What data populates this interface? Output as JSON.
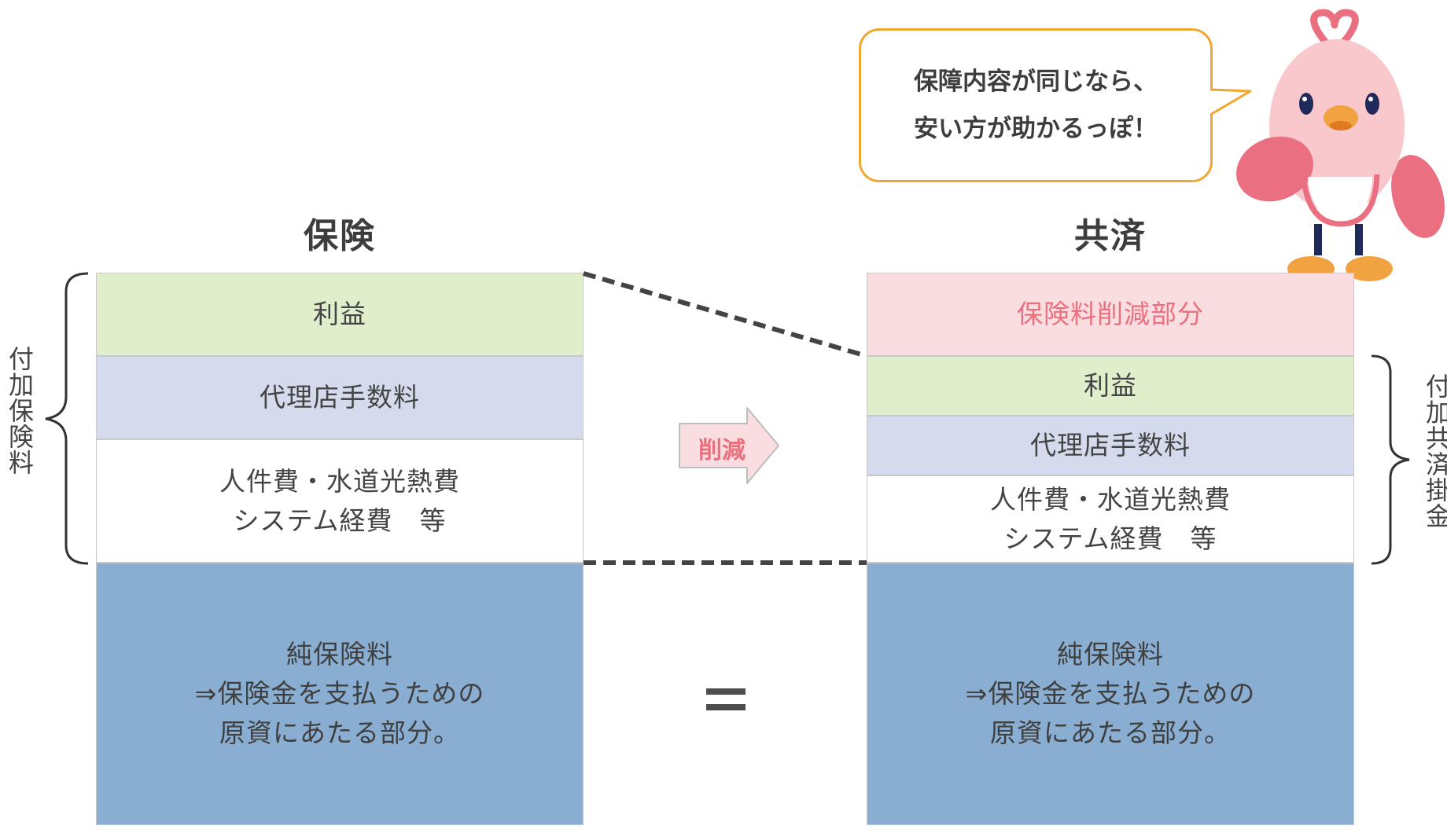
{
  "bubble": {
    "text": "保障内容が同じなら、\n安い方が助かるっぽ！"
  },
  "left": {
    "title": "保険",
    "blocks": {
      "profit": "利益",
      "commission": "代理店手数料",
      "expenses": "人件費・水道光熱費\nシステム経費　等",
      "pure": "純保険料\n⇒保険金を支払うための\n原資にあたる部分。"
    },
    "brace_label": "付加保険料"
  },
  "right": {
    "title": "共済",
    "blocks": {
      "reduction": "保険料削減部分",
      "profit": "利益",
      "commission": "代理店手数料",
      "expenses": "人件費・水道光熱費\nシステム経費　等",
      "pure": "純保険料\n⇒保険金を支払うための\n原資にあたる部分。"
    },
    "brace_label": "付加共済掛金"
  },
  "arrow": {
    "label": "削減"
  },
  "colors": {
    "profit": "#e1eecb",
    "commission": "#d5dbed",
    "pure": "#89aed1",
    "reduction": "#fadde0",
    "accent_pink": "#e9707c",
    "bubble_border": "#f0a630"
  }
}
